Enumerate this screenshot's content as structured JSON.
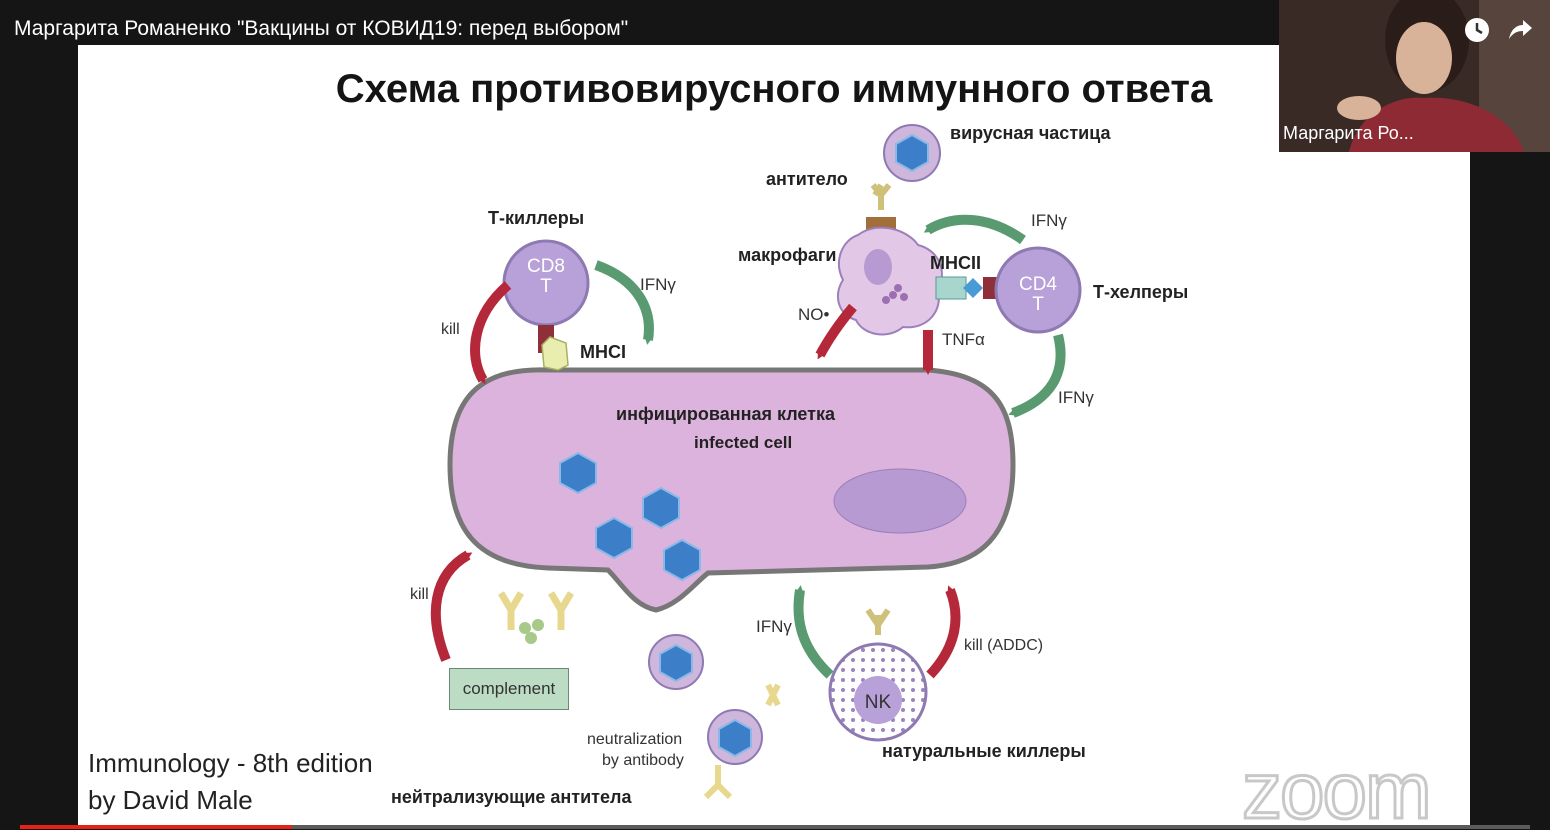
{
  "video": {
    "title": "Маргарита Романенко \"Вакцины от КОВИД19: перед выбором\"",
    "progress_fraction": 0.18
  },
  "participant": {
    "name": "Маргарита Ро..."
  },
  "controls": {
    "watch_later_icon": "clock-icon",
    "share_icon": "share-arrow-icon"
  },
  "slide": {
    "title": "Схема противовирусного иммунного ответа",
    "labels": {
      "virus_particle": "вирусная частица",
      "antibody": "антитело",
      "t_killers": "Т-киллеры",
      "macrophages": "макрофаги",
      "mhcii": "MHCII",
      "t_helpers": "Т-хелперы",
      "ifng_top_right": "IFNγ",
      "ifng_left": "IFNγ",
      "kill_left": "kill",
      "mhci": "MHCI",
      "no": "NO•",
      "tnfa": "TNFα",
      "ifng_right": "IFNγ",
      "infected_cell_ru": "инфицированная клетка",
      "infected_cell_en": "infected cell",
      "kill_bottom": "kill",
      "complement": "complement",
      "ifng_bottom": "IFNγ",
      "kill_addc": "kill (ADDC)",
      "natural_killers": "натуральные киллеры",
      "neutralization": "neutralization",
      "by_antibody": "by antibody",
      "neutralizing_antibodies": "нейтрализующие антитела",
      "cd8_line1": "CD8",
      "cd8_line2": "T",
      "cd4_line1": "CD4",
      "cd4_line2": "T",
      "nk": "NK"
    },
    "source_line1": "Immunology - 8th edition",
    "source_line2": "by David Male",
    "watermark": "zoom"
  },
  "colors": {
    "cell_fill": "#dcb3dc",
    "cell_border": "#777777",
    "lymphocyte": "#b7a1d8",
    "red_arrow": "#b5283a",
    "green_arrow": "#5a9a70",
    "virus": "#3c7fc8",
    "antibody": "#e7d88d",
    "progress": "#e62117"
  }
}
